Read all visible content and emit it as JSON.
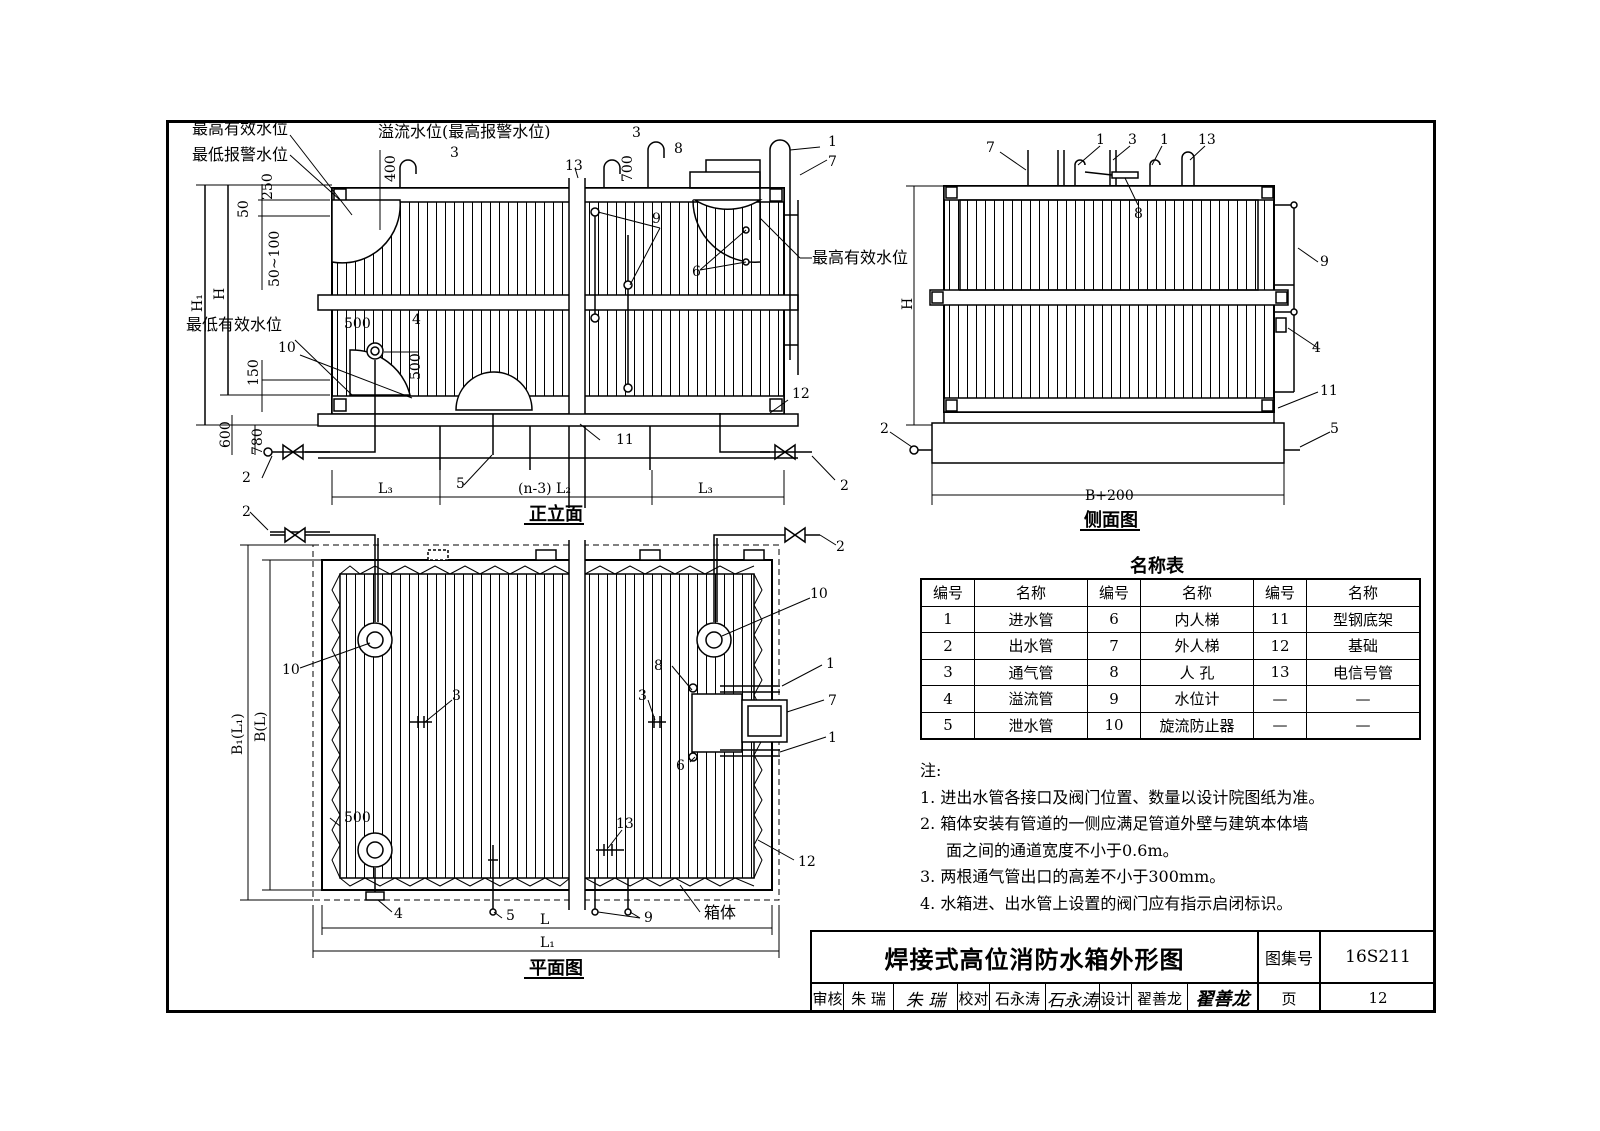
{
  "elevation": {
    "labels": {
      "highest_effective": "最高有效水位",
      "lowest_alarm": "最低报警水位",
      "overflow": "溢流水位(最高报警水位)",
      "highest_effective_right": "最高有效水位",
      "lowest_effective": "最低有效水位"
    },
    "dims": {
      "d250": "250",
      "d50": "50",
      "d50_100": "50~100",
      "d400": "400",
      "d700": "700",
      "d500a": "500",
      "d500b": "500",
      "d150": "150",
      "d600": "600",
      "d780": "780",
      "h1": "H₁",
      "h": "H",
      "l3_left": "L₃",
      "n3l2": "(n-3) L₂",
      "l3_right": "L₃"
    },
    "callouts": [
      "1",
      "2",
      "2",
      "3",
      "3",
      "4",
      "5",
      "6",
      "7",
      "8",
      "9",
      "10",
      "11",
      "12",
      "13"
    ],
    "caption": "正立面"
  },
  "side": {
    "dims": {
      "h": "H",
      "b200": "B+200"
    },
    "callouts": [
      "7",
      "1",
      "3",
      "1",
      "13",
      "8",
      "9",
      "4",
      "11",
      "2",
      "5"
    ],
    "caption": "侧面图"
  },
  "plan": {
    "dims": {
      "b1l1": "B₁(L₁)",
      "bl": "B(L)",
      "d500": "500",
      "l": "L",
      "l1": "L₁"
    },
    "callouts": [
      "2",
      "2",
      "10",
      "10",
      "8",
      "1",
      "7",
      "1",
      "3",
      "3",
      "6",
      "13",
      "12",
      "4",
      "5",
      "9"
    ],
    "box_label": "箱体",
    "caption": "平面图"
  },
  "names_table": {
    "caption": "名称表",
    "headers": [
      "编号",
      "名称",
      "编号",
      "名称",
      "编号",
      "名称"
    ],
    "rows": [
      [
        "1",
        "进水管",
        "6",
        "内人梯",
        "11",
        "型钢底架"
      ],
      [
        "2",
        "出水管",
        "7",
        "外人梯",
        "12",
        "基础"
      ],
      [
        "3",
        "通气管",
        "8",
        "人 孔",
        "13",
        "电信号管"
      ],
      [
        "4",
        "溢流管",
        "9",
        "水位计",
        "—",
        "—"
      ],
      [
        "5",
        "泄水管",
        "10",
        "旋流防止器",
        "—",
        "—"
      ]
    ]
  },
  "notes": {
    "title": "注:",
    "items": [
      "1.  进出水管各接口及阀门位置、数量以设计院图纸为准。",
      "2.  箱体安装有管道的一侧应满足管道外壁与建筑本体墙",
      "面之间的通道宽度不小于0.6m。",
      "3.  两根通气管出口的高差不小于300mm。",
      "4.  水箱进、出水管上设置的阀门应有指示启闭标识。"
    ]
  },
  "title_block": {
    "title": "焊接式高位消防水箱外形图",
    "atlas_label": "图集号",
    "atlas_no": "16S211",
    "review_label": "审核",
    "reviewer": "朱 瑞",
    "reviewer_sig": "朱 瑞",
    "check_label": "校对",
    "checker": "石永涛",
    "checker_sig": "石永涛",
    "design_label": "设计",
    "designer": "翟善龙",
    "designer_sig": "翟善龙",
    "page_label": "页",
    "page_no": "12"
  }
}
